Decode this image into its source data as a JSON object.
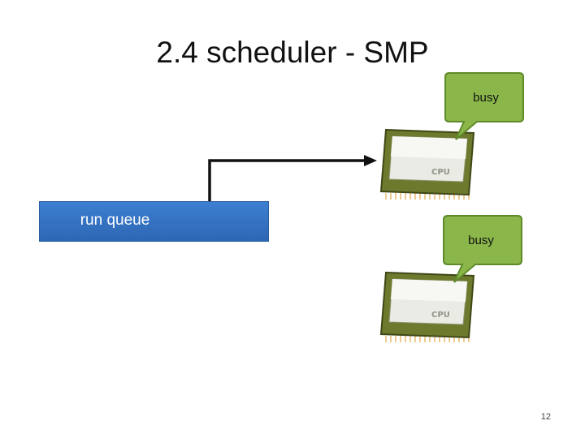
{
  "title": "2.4 scheduler - SMP",
  "run_queue": {
    "label": "run queue"
  },
  "cpus": [
    {
      "chip_label": "CPU",
      "bubble_label": "busy"
    },
    {
      "chip_label": "CPU",
      "bubble_label": "busy"
    }
  ],
  "colors": {
    "queue_blue": "#3375c6",
    "bubble_green": "#8ab64a",
    "cpu_olive": "#6d7a2e",
    "pin_orange": "#e2a64a"
  },
  "icons": {
    "cpu": "cpu-chip-icon",
    "arrow": "connector-arrow-icon"
  },
  "page_number": "12"
}
